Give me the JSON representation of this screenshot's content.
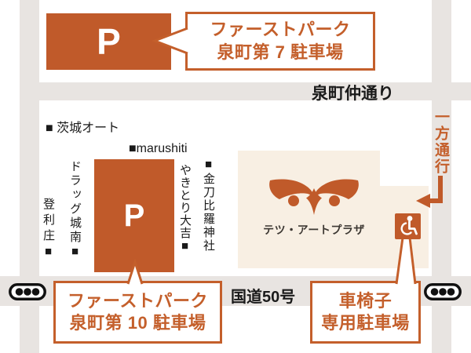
{
  "map": {
    "streets": {
      "top_street": "泉町仲通り",
      "bottom_street": "国道50号",
      "one_way": "一方通行"
    },
    "parking7": {
      "symbol": "P",
      "label_line1": "ファーストパーク",
      "label_line2": "泉町第 7 駐車場"
    },
    "parking10": {
      "symbol": "P",
      "label_line1": "ファーストパーク",
      "label_line2": "泉町第 10 駐車場"
    },
    "wheelchair_parking": {
      "label_line1": "車椅子",
      "label_line2": "専用駐車場"
    },
    "building": {
      "name": "テツ・アートプラザ"
    },
    "landmarks": {
      "ibaraki_auto": "■ 茨城オート",
      "marushiti": "■marushiti",
      "drug_jonan": "ドラッグ城南■",
      "torisho": "登利庄■",
      "yakitori_daikichi": "やきとり大吉■",
      "kotohira_shrine": "■金刀比羅神社"
    },
    "icons": {
      "owl_logo": "owl-logo",
      "wheelchair": "wheelchair-symbol",
      "traffic_light": "traffic-light",
      "one_way_arrow": "down-then-left-arrow"
    },
    "colors": {
      "accent_orange": "#c05a2a",
      "label_orange": "#c45f2b",
      "road_gray": "#e8e4e1",
      "building_beige": "#f8efe3",
      "text_black": "#1a1a1a"
    }
  }
}
